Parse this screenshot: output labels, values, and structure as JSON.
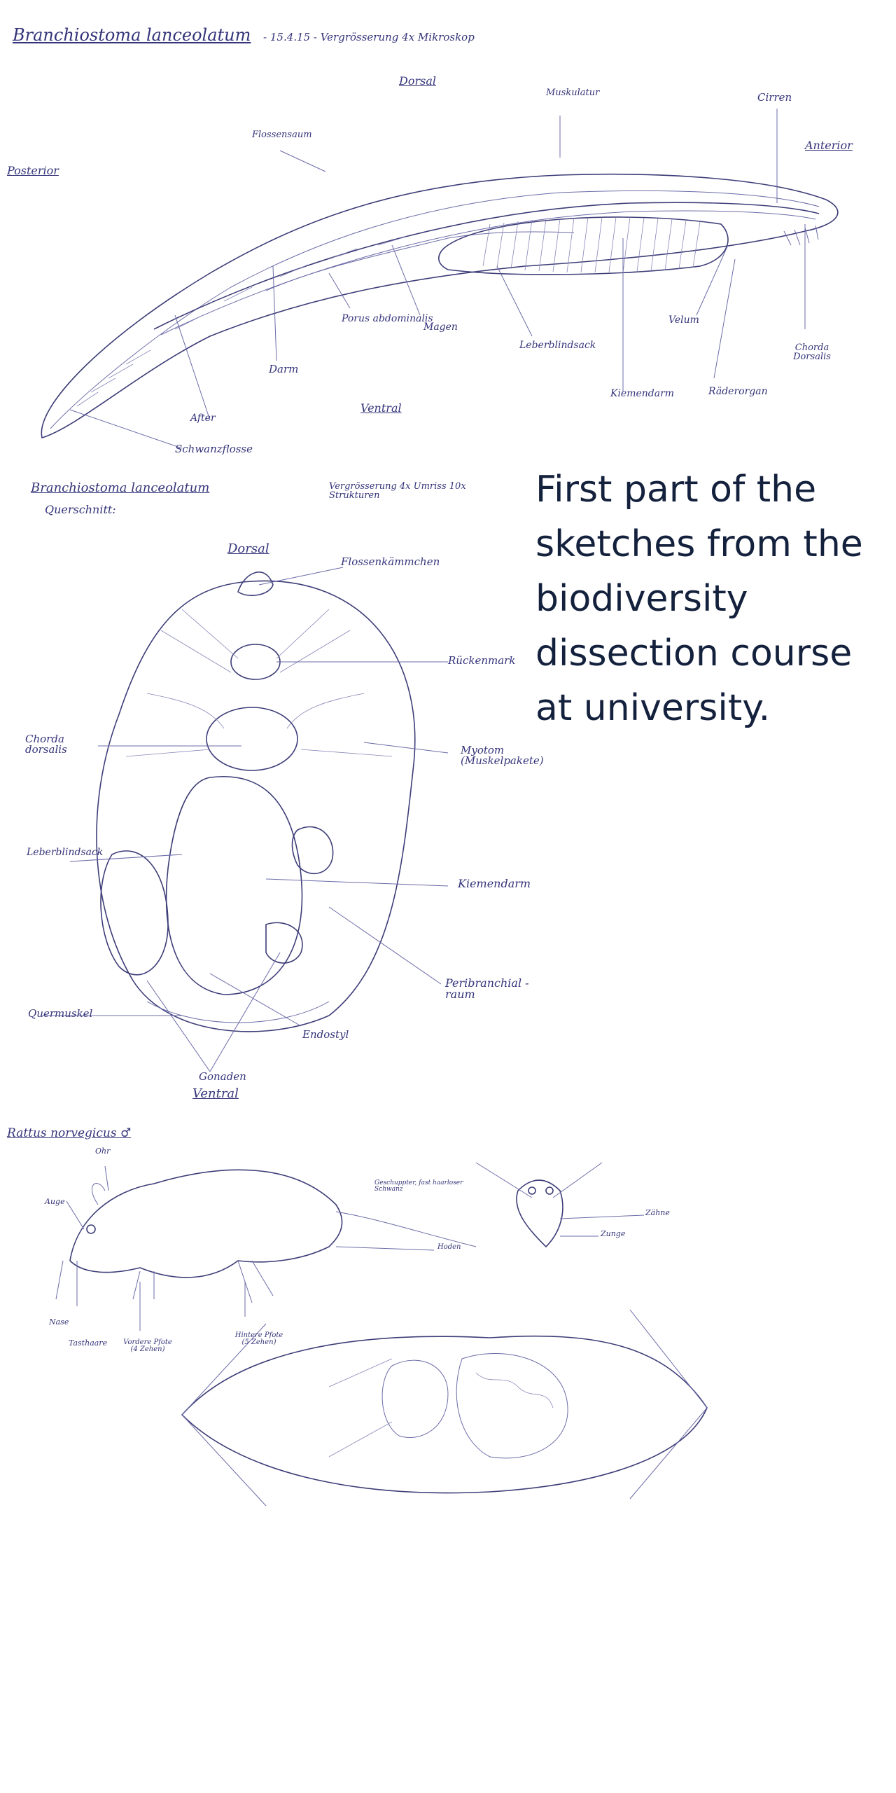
{
  "caption": "First part of the sketches from the biodiversity dissection course at university.",
  "lancelet_side": {
    "title": "Branchiostoma lanceolatum",
    "subtitle": "- 15.4.15 - Vergrösserung 4x Mikroskop",
    "orientation": {
      "dorsal": "Dorsal",
      "ventral": "Ventral",
      "anterior": "Anterior",
      "posterior": "Posterior"
    },
    "labels": {
      "muskulatur": "Muskulatur",
      "cirren": "Cirren",
      "flossensaum": "Flossensaum",
      "porus": "Porus abdominalis",
      "magen": "Magen",
      "leberblindsack": "Leberblindsack",
      "velum": "Velum",
      "chorda": "Chorda Dorsalis",
      "darm": "Darm",
      "after": "After",
      "schwanzflosse": "Schwanzflosse",
      "kiemendarm": "Kiemendarm",
      "raederorgan": "Räderorgan"
    }
  },
  "lancelet_cross": {
    "title": "Branchiostoma lanceolatum",
    "subtitle": "Querschnitt:",
    "magnification": "Vergrösserung  4x Umriss  10x Strukturen",
    "dorsal": "Dorsal",
    "ventral": "Ventral",
    "labels": {
      "flossen": "Flossenkämmchen",
      "rueckenmark": "Rückenmark",
      "chorda": "Chorda dorsalis",
      "myotom": "Myotom (Muskelpakete)",
      "leberblindsack": "Leberblindsack",
      "kiemendarm": "Kiemendarm",
      "peribranchial": "Peribranchial - raum",
      "quermuskel": "Quermuskel",
      "endostyl": "Endostyl",
      "gonaden": "Gonaden"
    }
  },
  "rat": {
    "title": "Rattus norvegicus ♂",
    "labels": {
      "ohr": "Ohr",
      "auge": "Auge",
      "nase": "Nase",
      "tasthaare": "Tasthaare",
      "vordere_pfote": "Vordere Pfote (4 Zehen)",
      "hintere_pfote": "Hintere Pfote (5 Zehen)",
      "schwanz": "Geschuppter, fast haarloser Schwanz",
      "hoden": "Hoden",
      "zaehne": "Zähne",
      "zunge": "Zunge"
    }
  }
}
